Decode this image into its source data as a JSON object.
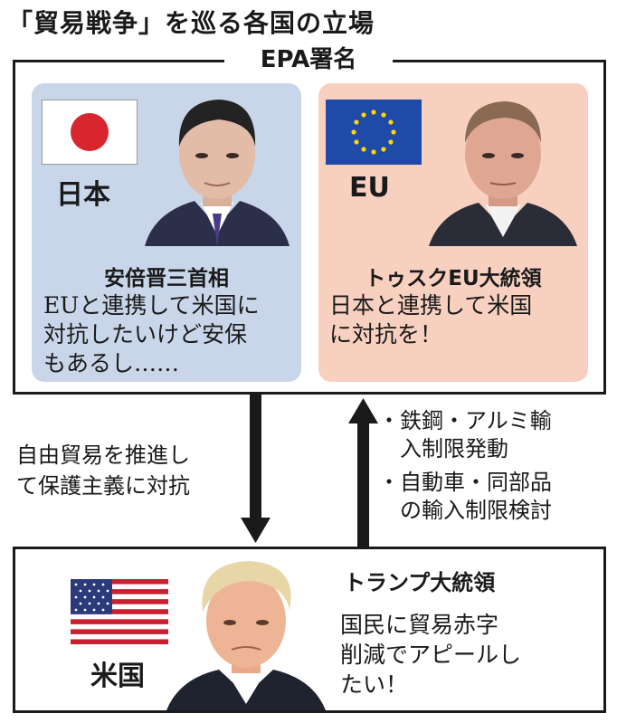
{
  "title": "「貿易戦争」を巡る各国の立場",
  "epa": {
    "label": "EPA署名"
  },
  "japan": {
    "country": "日本",
    "leader": "安倍晋三首相",
    "quote": [
      "EUと連携して米国に",
      "対抗したいけど安保",
      "もあるし……"
    ],
    "panel_color": "#c9d6ea"
  },
  "eu": {
    "country": "EU",
    "leader": "トゥスクEU大統領",
    "quote": [
      "日本と連携して米国",
      "に対抗を！"
    ],
    "panel_color": "#f8d0c0"
  },
  "down_arrow": {
    "text": [
      "自由貿易を推進し",
      "て保護主義に対抗"
    ]
  },
  "up_arrow": {
    "bullets": [
      [
        "・鉄鋼・アルミ輸",
        "　入制限発動"
      ],
      [
        "・自動車・同部品",
        "　の輸入制限検討"
      ]
    ]
  },
  "us": {
    "country": "米国",
    "leader": "トランプ大統領",
    "quote": [
      "国民に貿易赤字",
      "削減でアピールし",
      "たい！"
    ]
  }
}
